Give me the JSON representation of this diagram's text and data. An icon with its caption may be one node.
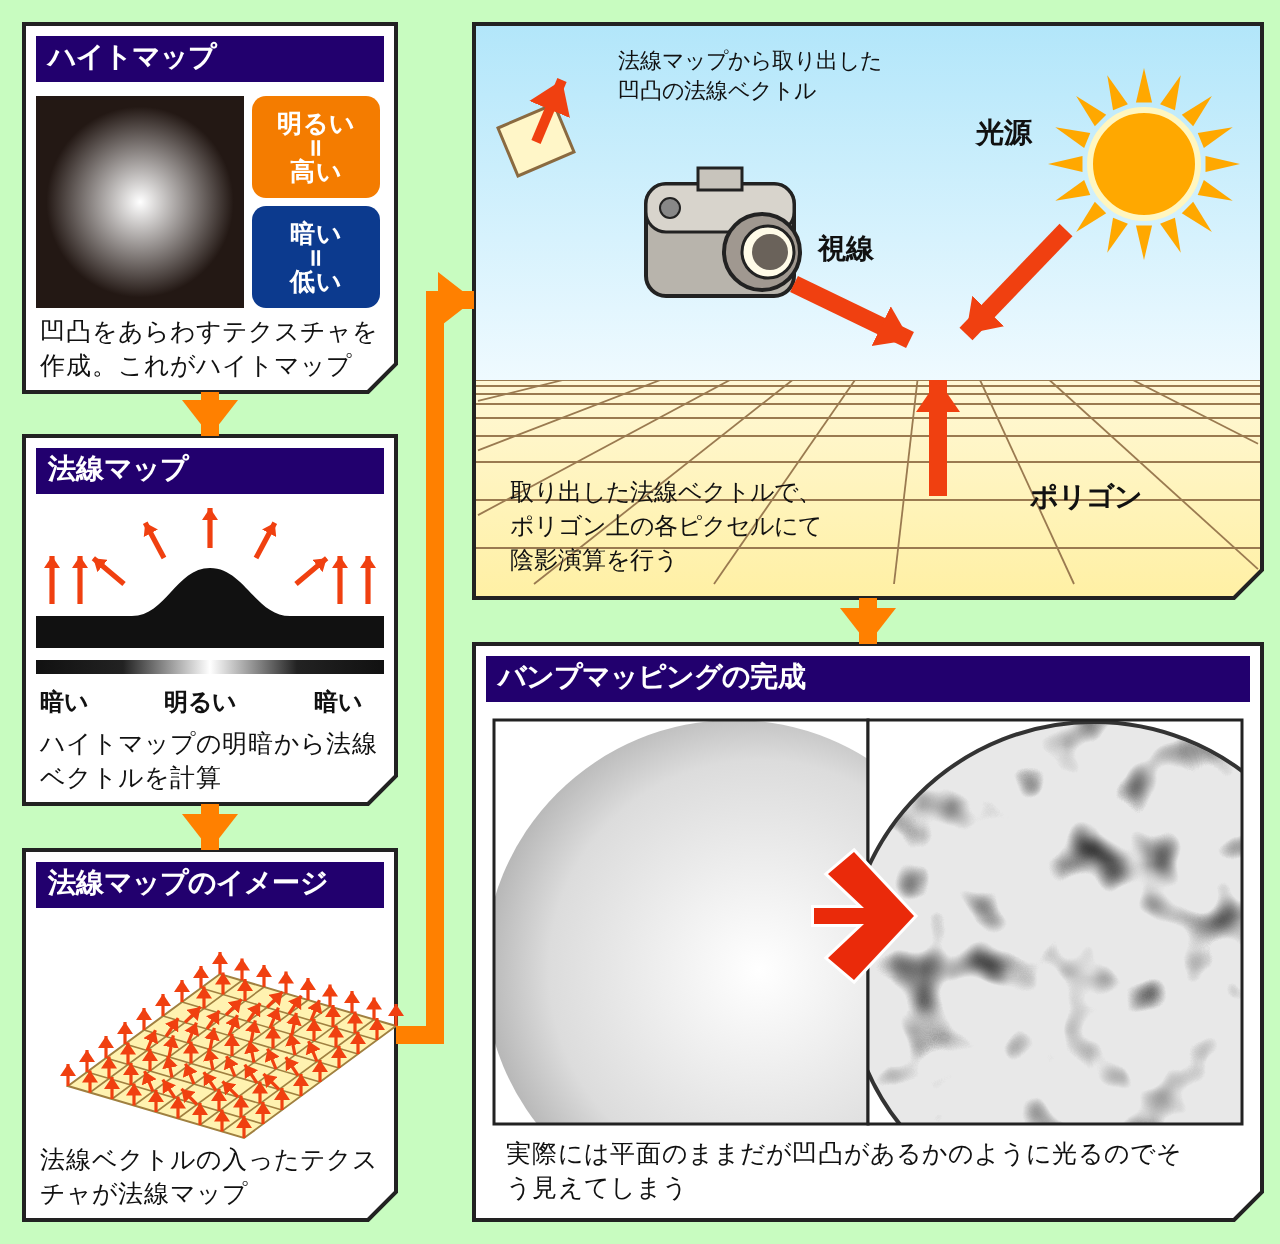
{
  "diagram": {
    "nodes": [
      {
        "text": [
          "ハイトマップ",
          "凹凸をあらわすテクスチャを作成。これがハイトマップ"
        ]
      },
      {
        "text": [
          "明るい",
          "=",
          "高い"
        ],
        "in": 0
      },
      {
        "text": [
          "暗い",
          "=",
          "低い"
        ],
        "in": 0
      },
      {
        "text": [
          "法線マップ",
          "ハイトマップの明暗から法線ベクトルを計算"
        ]
      },
      {
        "text": [
          "法線マップのイメージ",
          "法線ベクトルの入ったテクスチャが法線マップ"
        ]
      },
      {
        "text": [
          "取り出した法線ベクトルで、ポリゴン上の各ピクセルにて陰影演算を行う"
        ]
      },
      {
        "text": [
          "バンプマッピングの完成",
          "実際には平面のままだが凹凸があるかのように光るのでそう見えてしまう"
        ]
      }
    ],
    "edges": [
      {
        "from": 0,
        "to": 3,
        "arrow": "to"
      },
      {
        "from": 3,
        "to": 4,
        "arrow": "to"
      },
      {
        "from": 4,
        "to": 5,
        "arrow": "to"
      },
      {
        "from": 5,
        "to": 6,
        "arrow": "to"
      }
    ],
    "labels": [
      "暗い",
      "明るい",
      "暗い",
      "法線マップから取り出した凹凸の法線ベクトル",
      "光源",
      "視線",
      "ポリゴン"
    ]
  }
}
